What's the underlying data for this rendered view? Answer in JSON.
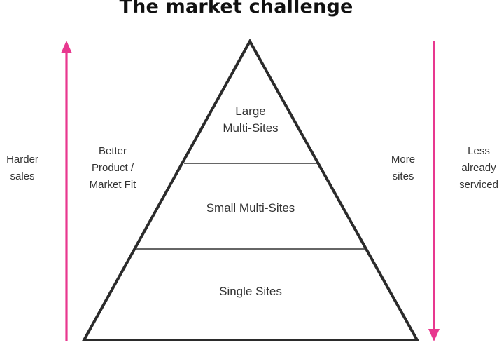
{
  "title": "The market challenge",
  "colors": {
    "arrow": "#e8388f",
    "outline": "#2b2b2b",
    "divider": "#333333",
    "text": "#333333"
  },
  "pyramid": {
    "tiers": [
      {
        "lines": [
          "Large",
          "Multi-Sites"
        ]
      },
      {
        "lines": [
          "Small Multi-Sites"
        ]
      },
      {
        "lines": [
          "Single Sites"
        ]
      }
    ]
  },
  "left_arrow": {
    "direction": "up",
    "outer_label": [
      "Harder",
      "sales"
    ],
    "inner_label": [
      "Better",
      "Product /",
      "Market Fit"
    ]
  },
  "right_arrow": {
    "direction": "down",
    "inner_label": [
      "More",
      "sites"
    ],
    "outer_label": [
      "Less",
      "already",
      "serviced"
    ]
  }
}
